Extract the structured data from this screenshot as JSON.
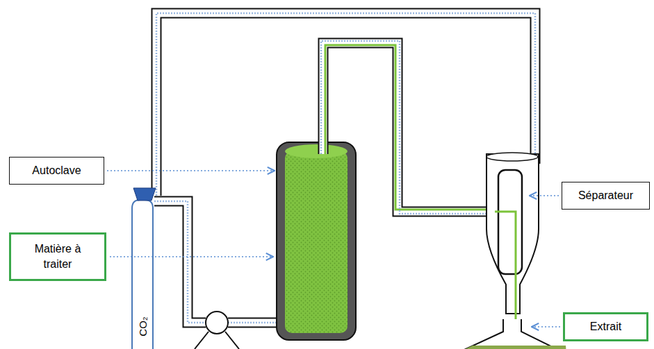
{
  "diagram": {
    "nodes": [
      {
        "text": [
          "Autoclave"
        ]
      },
      {
        "text": [
          "Séparateur"
        ]
      },
      {
        "text": [
          "Matière à traiter"
        ]
      },
      {
        "text": [
          "Extrait"
        ]
      }
    ],
    "labels": [
      "CO₂"
    ]
  }
}
